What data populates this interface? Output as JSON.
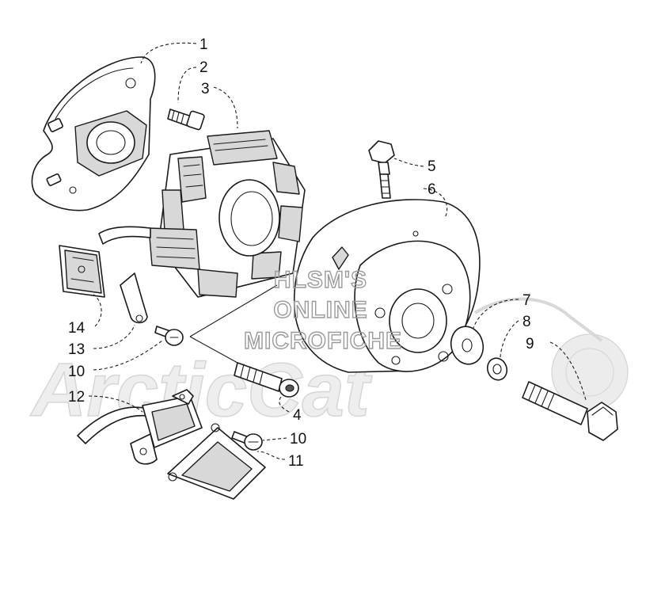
{
  "watermark": {
    "lines": [
      "HLSM'S",
      "ONLINE",
      "MICROFICHE"
    ],
    "logo_word": "ArcticCat"
  },
  "callouts": [
    {
      "id": "c1",
      "label": "1"
    },
    {
      "id": "c2",
      "label": "2"
    },
    {
      "id": "c3",
      "label": "3"
    },
    {
      "id": "c4",
      "label": "4"
    },
    {
      "id": "c5",
      "label": "5"
    },
    {
      "id": "c6",
      "label": "6"
    },
    {
      "id": "c7",
      "label": "7"
    },
    {
      "id": "c8",
      "label": "8"
    },
    {
      "id": "c9",
      "label": "9"
    },
    {
      "id": "c10a",
      "label": "10"
    },
    {
      "id": "c10b",
      "label": "10"
    },
    {
      "id": "c11",
      "label": "11"
    },
    {
      "id": "c12",
      "label": "12"
    },
    {
      "id": "c13",
      "label": "13"
    },
    {
      "id": "c14",
      "label": "14"
    }
  ],
  "colors": {
    "line": "#1a1a1a",
    "watermark_text": "#9a9a9a",
    "watermark_logo": "#ececec"
  }
}
